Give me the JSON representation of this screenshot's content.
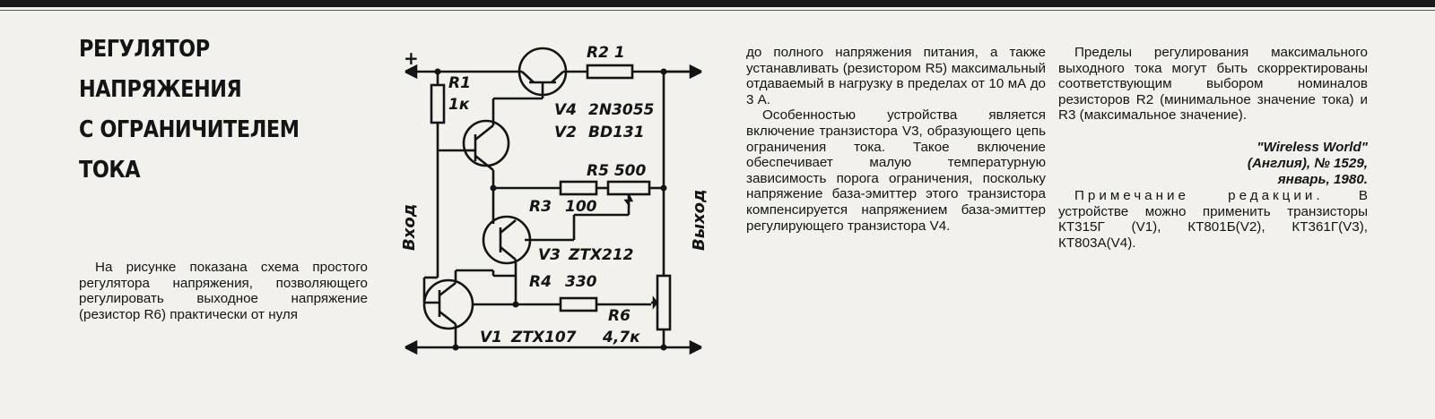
{
  "title": [
    "РЕГУЛЯТОР",
    "НАПРЯЖЕНИЯ",
    "С ОГРАНИЧИТЕЛЕМ",
    "ТОКА"
  ],
  "left_column": "На рисунке показана схема простого регулятора напряжения, позволяющего регулировать выходное напряжение (резистор R6) практически от нуля",
  "middle_column": {
    "p1": "до полного напряжения питания, а также устанавливать (резистором R5) максимальный отдаваемый в нагрузку в пределах от 10 мА до 3 А.",
    "p2": "Особенностью устройства является включение транзистора V3, образующего цепь ограничения тока. Такое включение обеспечивает малую температурную зависимость порога ограничения, поскольку напряжение база-эмиттер этого транзистора компенсируется напряжением база-эмиттер регулирующего транзистора V4."
  },
  "right_column": {
    "p1": "Пределы регулирования максимального выходного тока могут быть скорректированы соответствующим выбором номиналов резисторов R2 (минимальное значение тока) и R3 (максимальное значение).",
    "source_line1": "\"Wireless World\"",
    "source_line2": "(Англия), № 1529,",
    "source_line3": "январь, 1980.",
    "note_head": "Примечание редакции.",
    "note_body": "В устройстве можно применить транзисторы КТ315Г (V1), КТ801Б(V2), КТ361Г(V3), КТ803А(V4)."
  },
  "schematic": {
    "plus": "+",
    "input_label": "Вход",
    "output_label": "Выход",
    "R1": "R1",
    "R1_val": "1к",
    "R2": "R2 1",
    "V4": "V4",
    "V4_type": "2N3055",
    "V2": "V2",
    "V2_type": "BD131",
    "R5": "R5 500",
    "R3": "R3",
    "R3_val": "100",
    "V3": "V3",
    "V3_type": "ZTX212",
    "R4": "R4",
    "R4_val": "330",
    "R6": "R6",
    "R6_val": "4,7к",
    "V1": "V1",
    "V1_type": "ZTX107"
  }
}
